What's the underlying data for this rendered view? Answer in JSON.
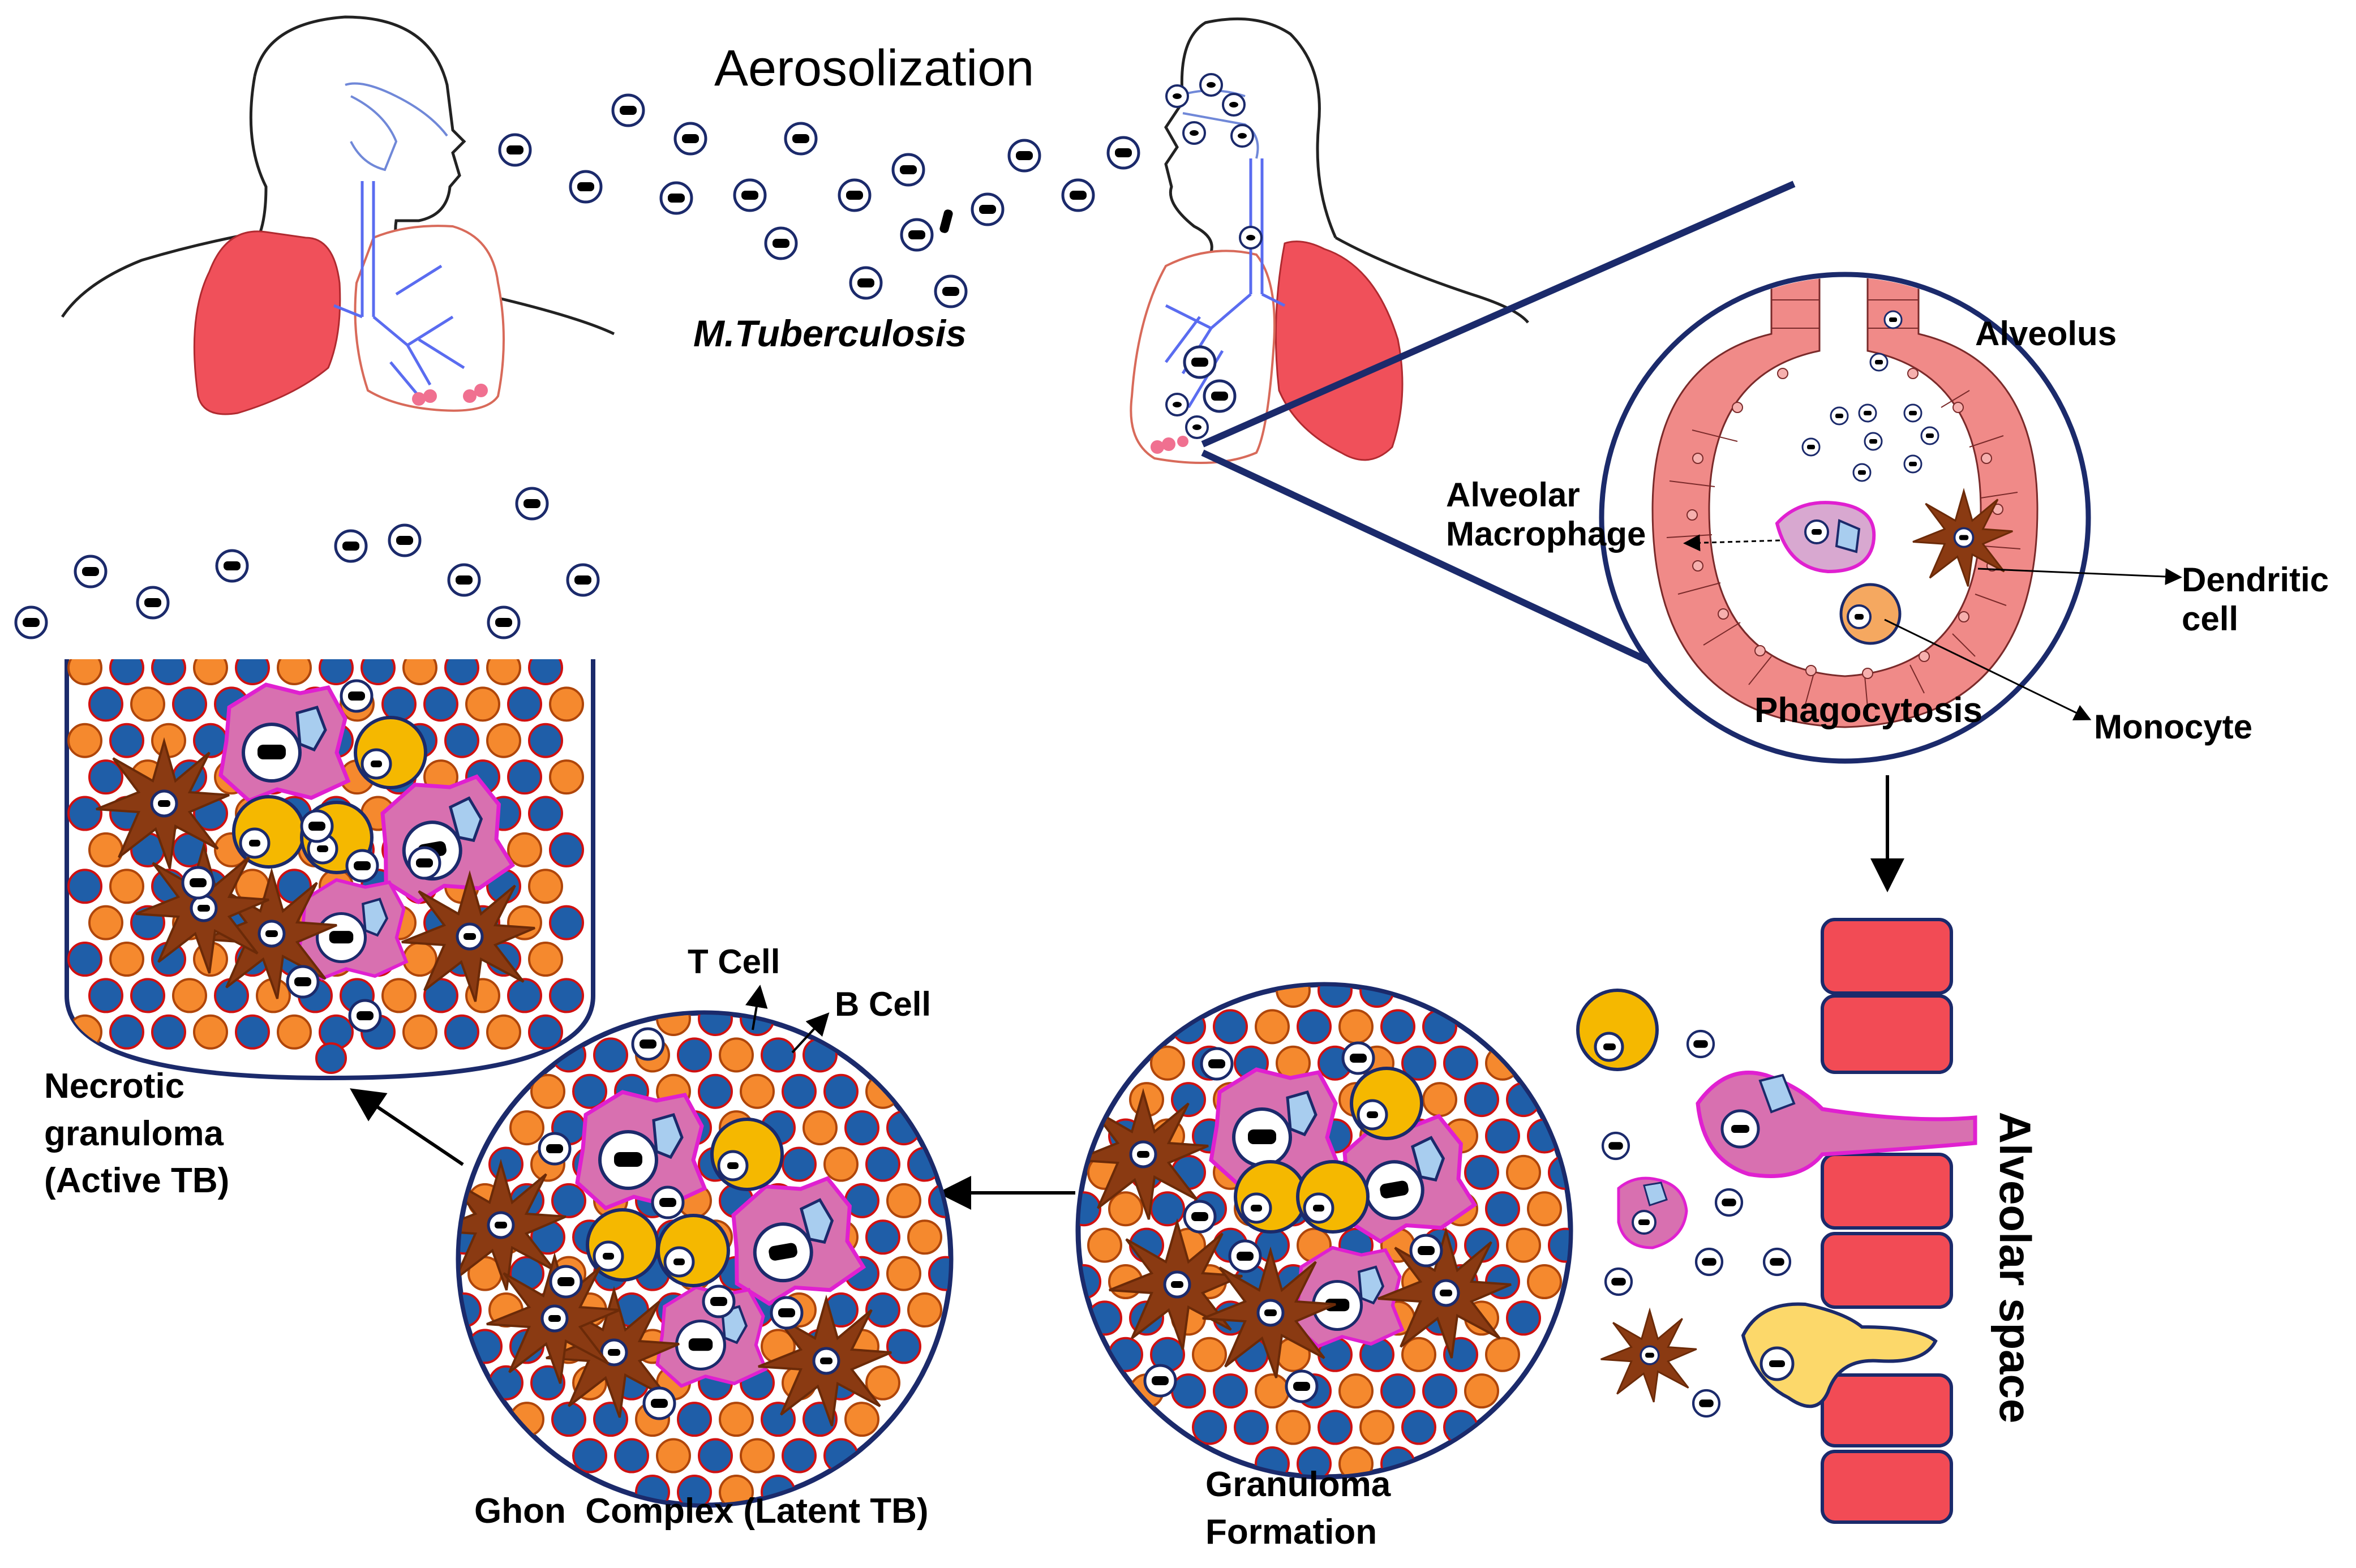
{
  "title": "Aerosolization",
  "pathogen_label": "M.Tuberculosis",
  "alveolus_view": {
    "alveolus_label": "Alveolus",
    "alveolar_macrophage_line1": "Alveolar",
    "alveolar_macrophage_line2": "Macrophage",
    "dendritic_cell_line1": "Dendritic",
    "dendritic_cell_line2": "cell",
    "phagocytosis_label": "Phagocytosis",
    "monocyte_label": "Monocyte"
  },
  "alveolar_space_label": "Alveolar space",
  "granuloma_line1": "Granuloma",
  "granuloma_line2": "Formation",
  "ghon_complex_label": "Ghon  Complex (Latent TB)",
  "t_cell_label": "T Cell",
  "b_cell_label": "B Cell",
  "necrotic_line1": "Necrotic",
  "necrotic_line2": "granuloma",
  "necrotic_line3": "(Active TB)",
  "colors": {
    "lung": "#f0505a",
    "airway": "#5a6cf0",
    "epithelium": "#f08a88",
    "outline_dark": "#1b2a6b",
    "t_cell": "#f5892e",
    "b_cell": "#1f5ea8",
    "macrophage": "#d870b0",
    "macrophage_border": "#e020d0",
    "monocyte": "#f5b800",
    "dendritic": "#8a3a12",
    "vacuole": "#a8cdef",
    "epithelial_block": "#f24b55"
  }
}
